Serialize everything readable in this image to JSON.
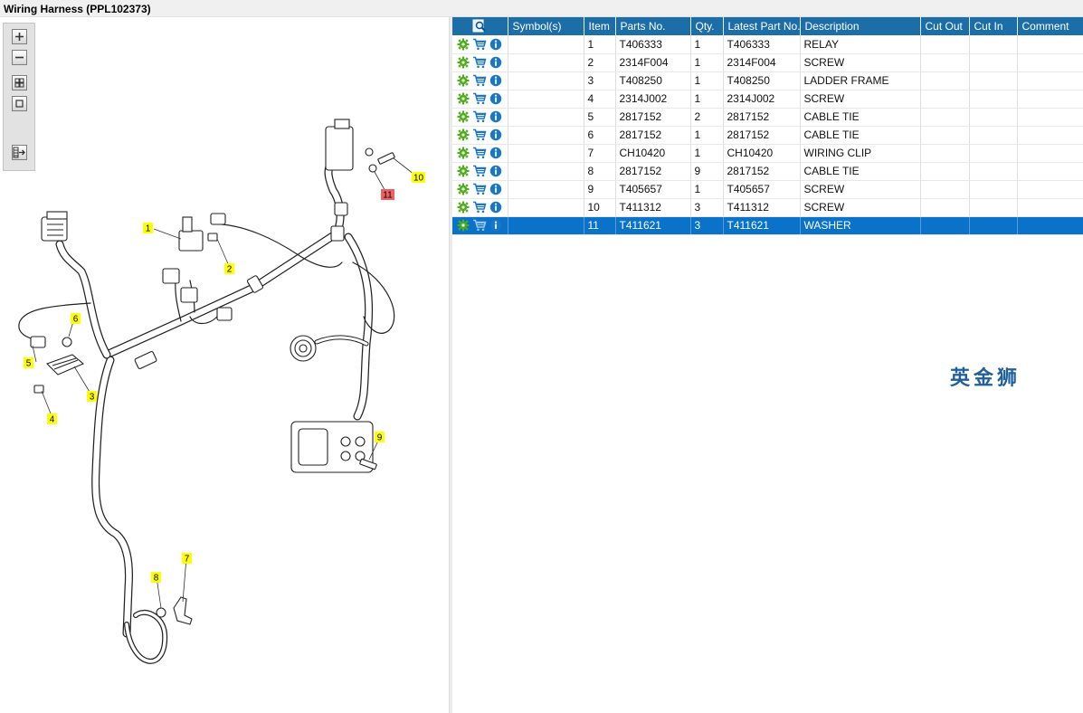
{
  "window": {
    "title": "Wiring Harness (PPL102373)"
  },
  "toolbar": {
    "buttons": [
      {
        "name": "zoom-in",
        "icon": "plus-icon"
      },
      {
        "name": "zoom-out",
        "icon": "minus-icon"
      },
      {
        "name": "fit-all",
        "icon": "grid-icon"
      },
      {
        "name": "actual-size",
        "icon": "square-icon"
      },
      {
        "name": "export",
        "icon": "list-arrow-icon"
      }
    ]
  },
  "diagram": {
    "callouts": [
      {
        "label": "1",
        "color": "#ffff00"
      },
      {
        "label": "2",
        "color": "#ffff00"
      },
      {
        "label": "3",
        "color": "#ffff00"
      },
      {
        "label": "4",
        "color": "#ffff00"
      },
      {
        "label": "5",
        "color": "#ffff00"
      },
      {
        "label": "6",
        "color": "#ffff00"
      },
      {
        "label": "7",
        "color": "#ffff00"
      },
      {
        "label": "8",
        "color": "#ffff00"
      },
      {
        "label": "9",
        "color": "#ffff00"
      },
      {
        "label": "10",
        "color": "#ffff00"
      },
      {
        "label": "11",
        "color": "#f06060"
      }
    ]
  },
  "table": {
    "columns": [
      "",
      "Symbol(s)",
      "Item",
      "Parts No.",
      "Qty.",
      "Latest Part No.",
      "Description",
      "Cut Out",
      "Cut In",
      "Comment"
    ],
    "row_icons": [
      "gear-icon",
      "cart-icon",
      "info-icon"
    ],
    "rows": [
      {
        "item": "1",
        "part_no": "T406333",
        "qty": "1",
        "latest": "T406333",
        "description": "RELAY"
      },
      {
        "item": "2",
        "part_no": "2314F004",
        "qty": "1",
        "latest": "2314F004",
        "description": "SCREW"
      },
      {
        "item": "3",
        "part_no": "T408250",
        "qty": "1",
        "latest": "T408250",
        "description": "LADDER FRAME"
      },
      {
        "item": "4",
        "part_no": "2314J002",
        "qty": "1",
        "latest": "2314J002",
        "description": "SCREW"
      },
      {
        "item": "5",
        "part_no": "2817152",
        "qty": "2",
        "latest": "2817152",
        "description": "CABLE TIE"
      },
      {
        "item": "6",
        "part_no": "2817152",
        "qty": "1",
        "latest": "2817152",
        "description": "CABLE TIE"
      },
      {
        "item": "7",
        "part_no": "CH10420",
        "qty": "1",
        "latest": "CH10420",
        "description": "WIRING CLIP"
      },
      {
        "item": "8",
        "part_no": "2817152",
        "qty": "9",
        "latest": "2817152",
        "description": "CABLE TIE"
      },
      {
        "item": "9",
        "part_no": "T405657",
        "qty": "1",
        "latest": "T405657",
        "description": "SCREW"
      },
      {
        "item": "10",
        "part_no": "T411312",
        "qty": "3",
        "latest": "T411312",
        "description": "SCREW"
      },
      {
        "item": "11",
        "part_no": "T411621",
        "qty": "3",
        "latest": "T411621",
        "description": "WASHER",
        "selected": true
      }
    ],
    "colors": {
      "header": "#1c6ea8",
      "selected": "#0a72c9",
      "gear": "#4caf1a",
      "cart": "#1976c8",
      "info": "#1976c8"
    }
  },
  "watermark": {
    "text": "英金狮",
    "color": "#1f5f9c"
  }
}
